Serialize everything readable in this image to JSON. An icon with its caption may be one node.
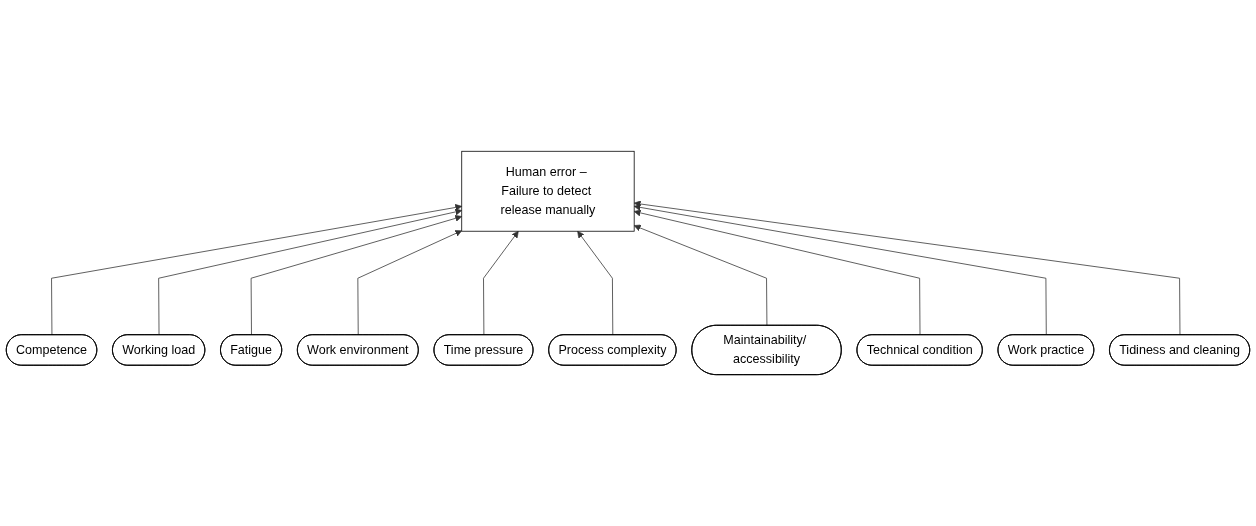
{
  "diagram": {
    "nodes": [
      {
        "text": [
          "Human error – Failure to detect release manually"
        ]
      },
      {
        "text": [
          "Competence"
        ]
      },
      {
        "text": [
          "Working load"
        ]
      },
      {
        "text": [
          "Fatigue"
        ]
      },
      {
        "text": [
          "Work environment"
        ]
      },
      {
        "text": [
          "Time pressure"
        ]
      },
      {
        "text": [
          "Process complexity"
        ]
      },
      {
        "text": [
          "Maintainability/ accessibility"
        ]
      },
      {
        "text": [
          "Technical condition"
        ]
      },
      {
        "text": [
          "Work practice"
        ]
      },
      {
        "text": [
          "Tidiness and cleaning"
        ]
      }
    ],
    "edges": [
      {
        "from": 1,
        "to": 0,
        "arrow": "to"
      },
      {
        "from": 2,
        "to": 0,
        "arrow": "to"
      },
      {
        "from": 3,
        "to": 0,
        "arrow": "to"
      },
      {
        "from": 4,
        "to": 0,
        "arrow": "to"
      },
      {
        "from": 5,
        "to": 0,
        "arrow": "to"
      },
      {
        "from": 6,
        "to": 0,
        "arrow": "to"
      },
      {
        "from": 7,
        "to": 0,
        "arrow": "to"
      },
      {
        "from": 8,
        "to": 0,
        "arrow": "to"
      },
      {
        "from": 9,
        "to": 0,
        "arrow": "to"
      },
      {
        "from": 10,
        "to": 0,
        "arrow": "to"
      }
    ]
  }
}
